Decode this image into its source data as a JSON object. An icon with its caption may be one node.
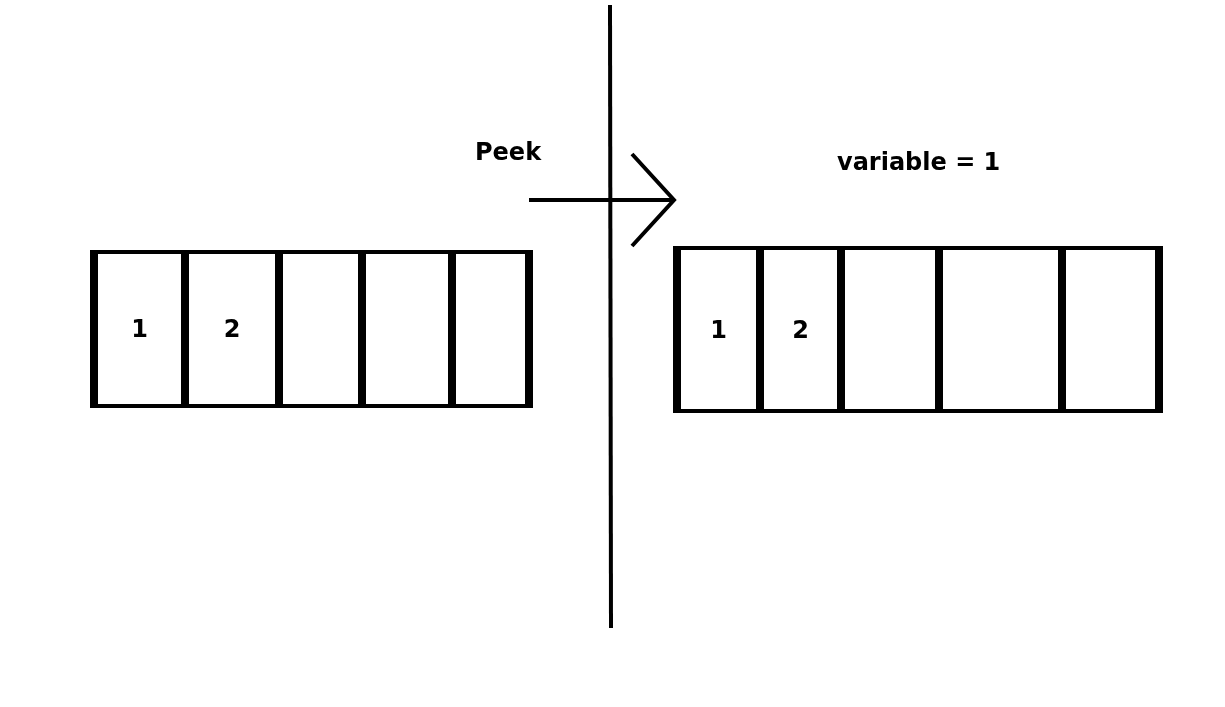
{
  "diagram": {
    "nodes": [
      {
        "text": [],
        "shape": "box"
      },
      {
        "text": [
          "1"
        ],
        "in": 0
      },
      {
        "text": [
          "2"
        ],
        "in": 0
      },
      {
        "text": [],
        "shape": "box",
        "in": 0
      },
      {
        "text": [],
        "shape": "box",
        "in": 0
      },
      {
        "text": [],
        "shape": "box",
        "in": 0
      },
      {
        "text": [],
        "shape": "box",
        "beside": [
          "variable = 1"
        ]
      },
      {
        "text": [
          "1"
        ],
        "in": 6
      },
      {
        "text": [
          "2"
        ],
        "in": 6
      },
      {
        "text": [],
        "shape": "box",
        "in": 6
      },
      {
        "text": [],
        "shape": "box",
        "in": 6
      },
      {
        "text": [],
        "shape": "box",
        "in": 6
      }
    ],
    "edges": [
      {
        "from": 0,
        "to": 6,
        "arrow": "to",
        "label": "Peek"
      }
    ]
  }
}
